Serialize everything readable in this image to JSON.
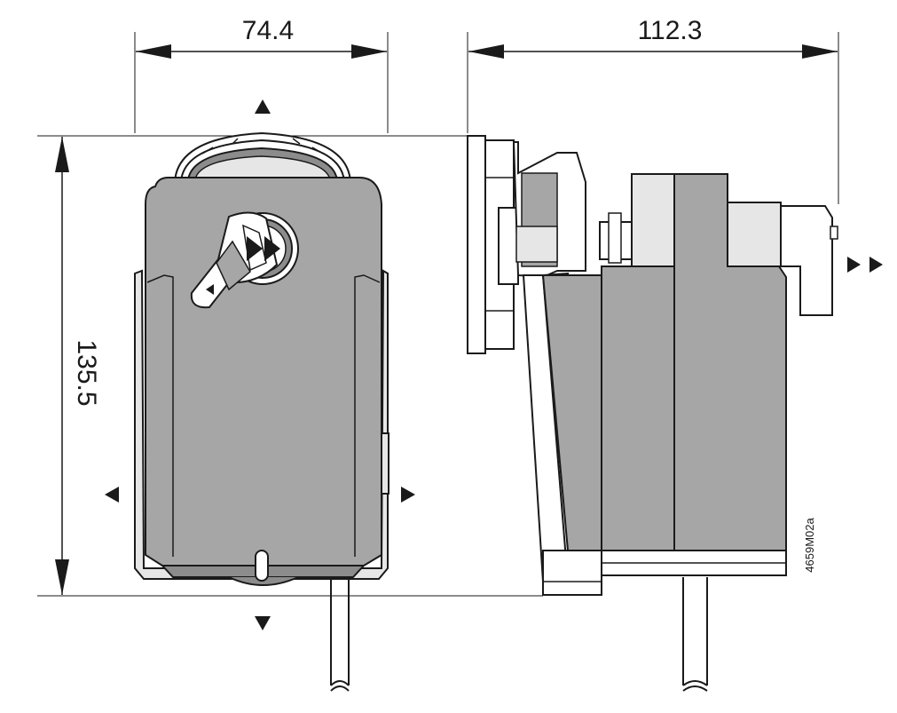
{
  "dimensions": {
    "width": "74.4",
    "depth": "112.3",
    "height": "135.5"
  },
  "drawing_reference": "4659M02a",
  "colors": {
    "housing": "#a6a6a6",
    "housing_dark": "#8c8c8c",
    "outline": "#1a1a1a",
    "light_part": "#e6e6e6",
    "background": "#ffffff"
  },
  "icons": {
    "clearance_arrow": "triangle-arrow",
    "dimension_arrow": "filled-arrowhead"
  }
}
